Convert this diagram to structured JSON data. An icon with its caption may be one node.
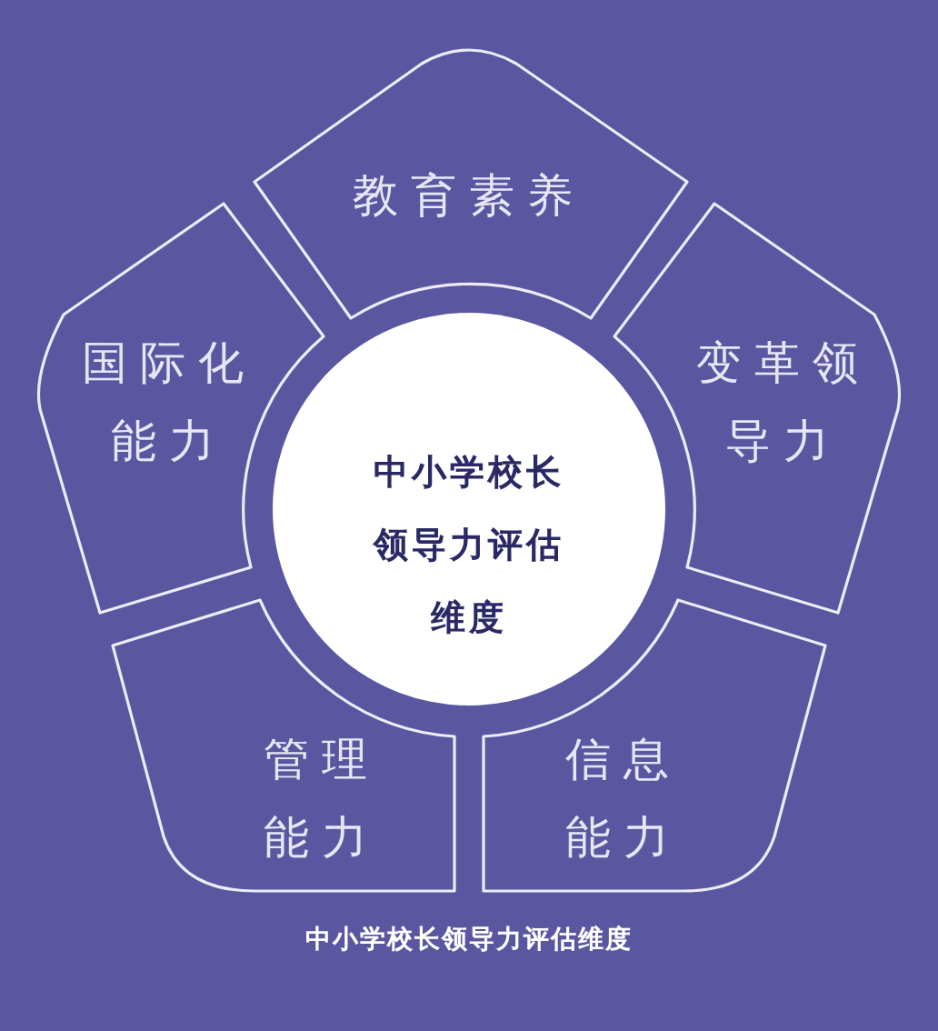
{
  "diagram": {
    "caption": "中小学校长领导力评估维度",
    "nodes": [
      {
        "text": [
          "教育素养"
        ]
      },
      {
        "text": [
          "国际化能力"
        ]
      },
      {
        "text": [
          "变革领导力"
        ]
      },
      {
        "text": [
          "中小学校长领导力评估维度"
        ]
      },
      {
        "text": [
          "管理能力"
        ]
      },
      {
        "text": [
          "信息能力"
        ]
      }
    ]
  }
}
